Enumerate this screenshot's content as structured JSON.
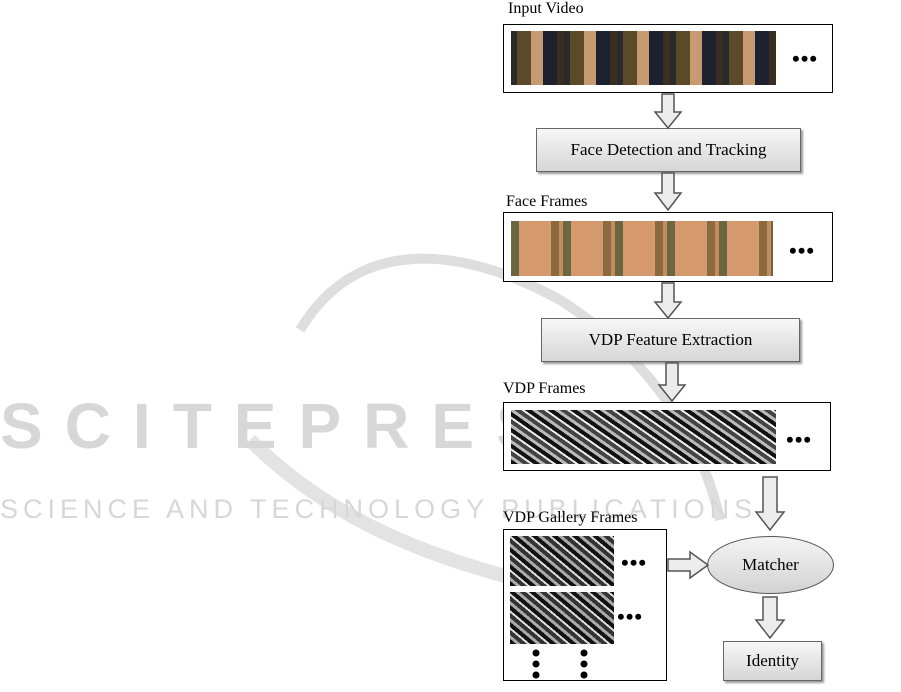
{
  "labels": {
    "input_video": "Input Video",
    "face_frames": "Face Frames",
    "vdp_frames": "VDP Frames",
    "vdp_gallery_frames": "VDP Gallery Frames"
  },
  "steps": {
    "face_detection": "Face Detection and Tracking",
    "vdp_feature_extraction": "VDP Feature Extraction",
    "matcher": "Matcher",
    "identity": "Identity"
  },
  "ellipsis": "•••",
  "watermark": {
    "main": "SCITEPRESS",
    "sub": "SCIENCE AND TECHNOLOGY PUBLICATIONS"
  },
  "colors": {
    "watermark": "#d9d9d9",
    "arrow_fill": "#ececec",
    "arrow_stroke": "#555555"
  }
}
